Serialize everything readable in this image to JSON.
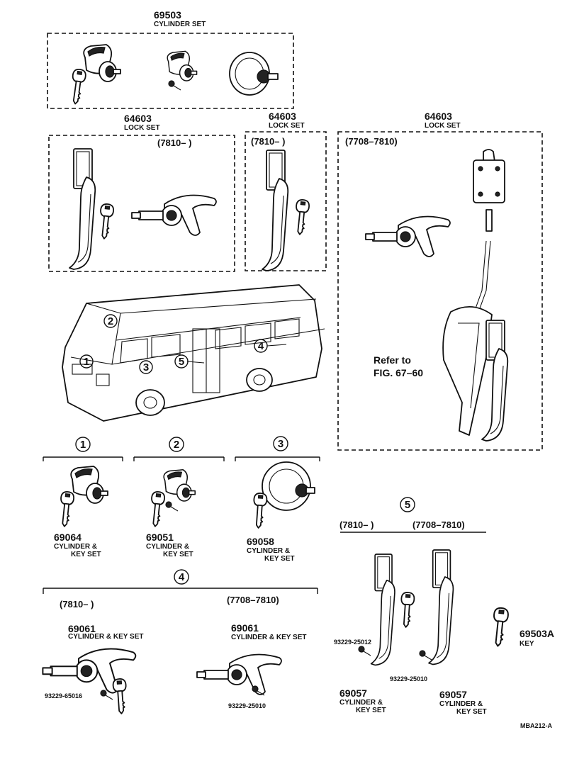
{
  "figure_code": "MBA212-A",
  "groups": {
    "cyl_set": {
      "part_no": "69503",
      "name": "CYLINDER SET"
    },
    "lock_set_a": {
      "part_no": "64603",
      "name": "LOCK SET",
      "range": "(7810–       )"
    },
    "lock_set_b": {
      "part_no": "64603",
      "name": "LOCK SET",
      "range": "(7810–          )"
    },
    "lock_set_c": {
      "part_no": "64603",
      "name": "LOCK SET",
      "range": "(7708–7810)",
      "note_line1": "Refer to",
      "note_line2": "FIG. 67–60"
    }
  },
  "callouts": [
    "1",
    "2",
    "3",
    "4",
    "5"
  ],
  "sections": {
    "s1": {
      "callout": "1",
      "part_no": "69064",
      "name_line1": "CYLINDER &",
      "name_line2": "KEY SET"
    },
    "s2": {
      "callout": "2",
      "part_no": "69051",
      "name_line1": "CYLINDER &",
      "name_line2": "KEY SET"
    },
    "s3": {
      "callout": "3",
      "part_no": "69058",
      "name_line1": "CYLINDER &",
      "name_line2": "KEY SET"
    },
    "s4": {
      "callout": "4",
      "left": {
        "range": "(7810–       )",
        "part_no": "69061",
        "name": "CYLINDER & KEY SET",
        "screw": "93229-65016"
      },
      "right": {
        "range": "(7708–7810)",
        "part_no": "69061",
        "name": "CYLINDER & KEY SET",
        "screw": "93229-25010"
      }
    },
    "s5": {
      "callout": "5",
      "left": {
        "range": "(7810–      )",
        "part_no": "69057",
        "name_line1": "CYLINDER &",
        "name_line2": "KEY SET",
        "screw": "93229-25012"
      },
      "right": {
        "range": "(7708–7810)",
        "part_no": "69057",
        "name_line1": "CYLINDER &",
        "name_line2": "KEY SET",
        "screw": "93229-25010"
      }
    },
    "key": {
      "part_no": "69503A",
      "name": "KEY"
    }
  }
}
